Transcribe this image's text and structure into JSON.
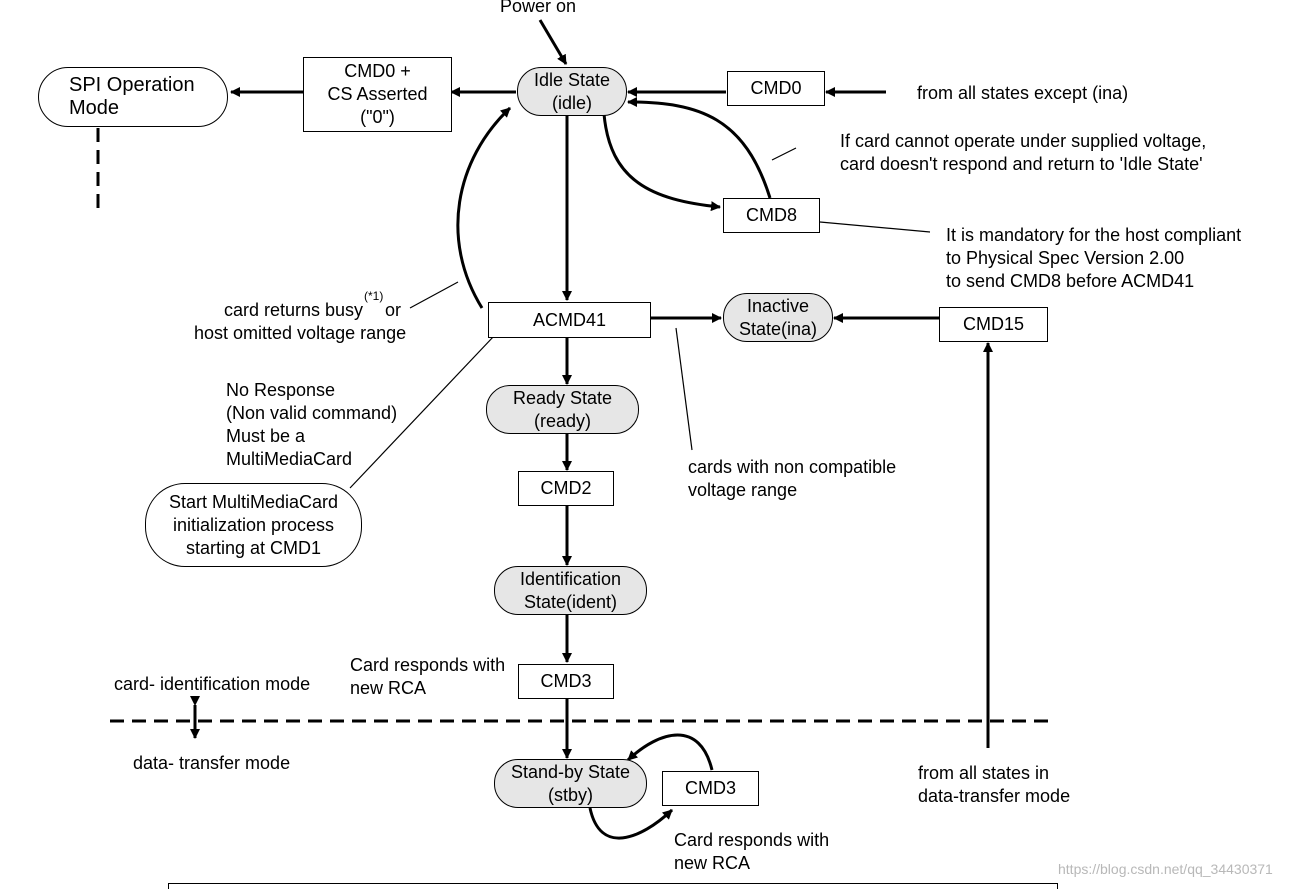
{
  "diagram": {
    "power_on": "Power on",
    "spi_mode": "SPI Operation\nMode",
    "cmd0_cs": "CMD0 +\nCS Asserted\n(\"0\")",
    "idle_state": "Idle State\n(idle)",
    "cmd0": "CMD0",
    "from_all_states_except": "from all states except (ina)",
    "voltage_note": "If card cannot operate under supplied voltage,\ncard doesn't respond and return to 'Idle State'",
    "cmd8": "CMD8",
    "mandatory_note": "It is mandatory for the host compliant\nto Physical Spec Version 2.00\nto send CMD8 before ACMD41",
    "busy_note": "card returns busy",
    "footnote": "(*1)",
    "or_word": "or",
    "omitted_note": "host omitted voltage range",
    "acmd41": "ACMD41",
    "inactive_state": "Inactive\nState(ina)",
    "cmd15": "CMD15",
    "no_response": "No Response\n (Non valid command)\n Must be a\n MultiMediaCard",
    "mmc_init": "Start MultiMediaCard\ninitialization process\nstarting at CMD1",
    "ready_state": "Ready State\n(ready)",
    "non_compatible": "cards with non compatible\nvoltage range",
    "cmd2": "CMD2",
    "ident_state": "Identification\nState(ident)",
    "responds_rca_1": "Card responds with\nnew RCA",
    "cmd3_a": "CMD3",
    "card_ident_mode": "card-  identification mode",
    "data_transfer_mode": "data-  transfer mode",
    "standby_state": "Stand-by State\n(stby)",
    "cmd3_b": "CMD3",
    "responds_rca_2": "Card responds with\nnew RCA",
    "from_all_data_states": "from all states in\ndata-transfer mode",
    "watermark": "https://blog.csdn.net/qq_34430371"
  }
}
